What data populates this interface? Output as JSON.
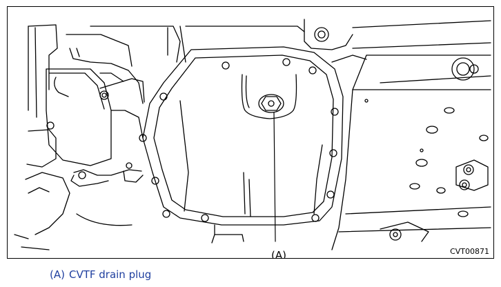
{
  "figure": {
    "callout_label": "(A)",
    "figure_code": "CVT00871"
  },
  "caption": {
    "key": "(A)",
    "text": "CVTF drain plug",
    "color": "#1f3f9f"
  }
}
